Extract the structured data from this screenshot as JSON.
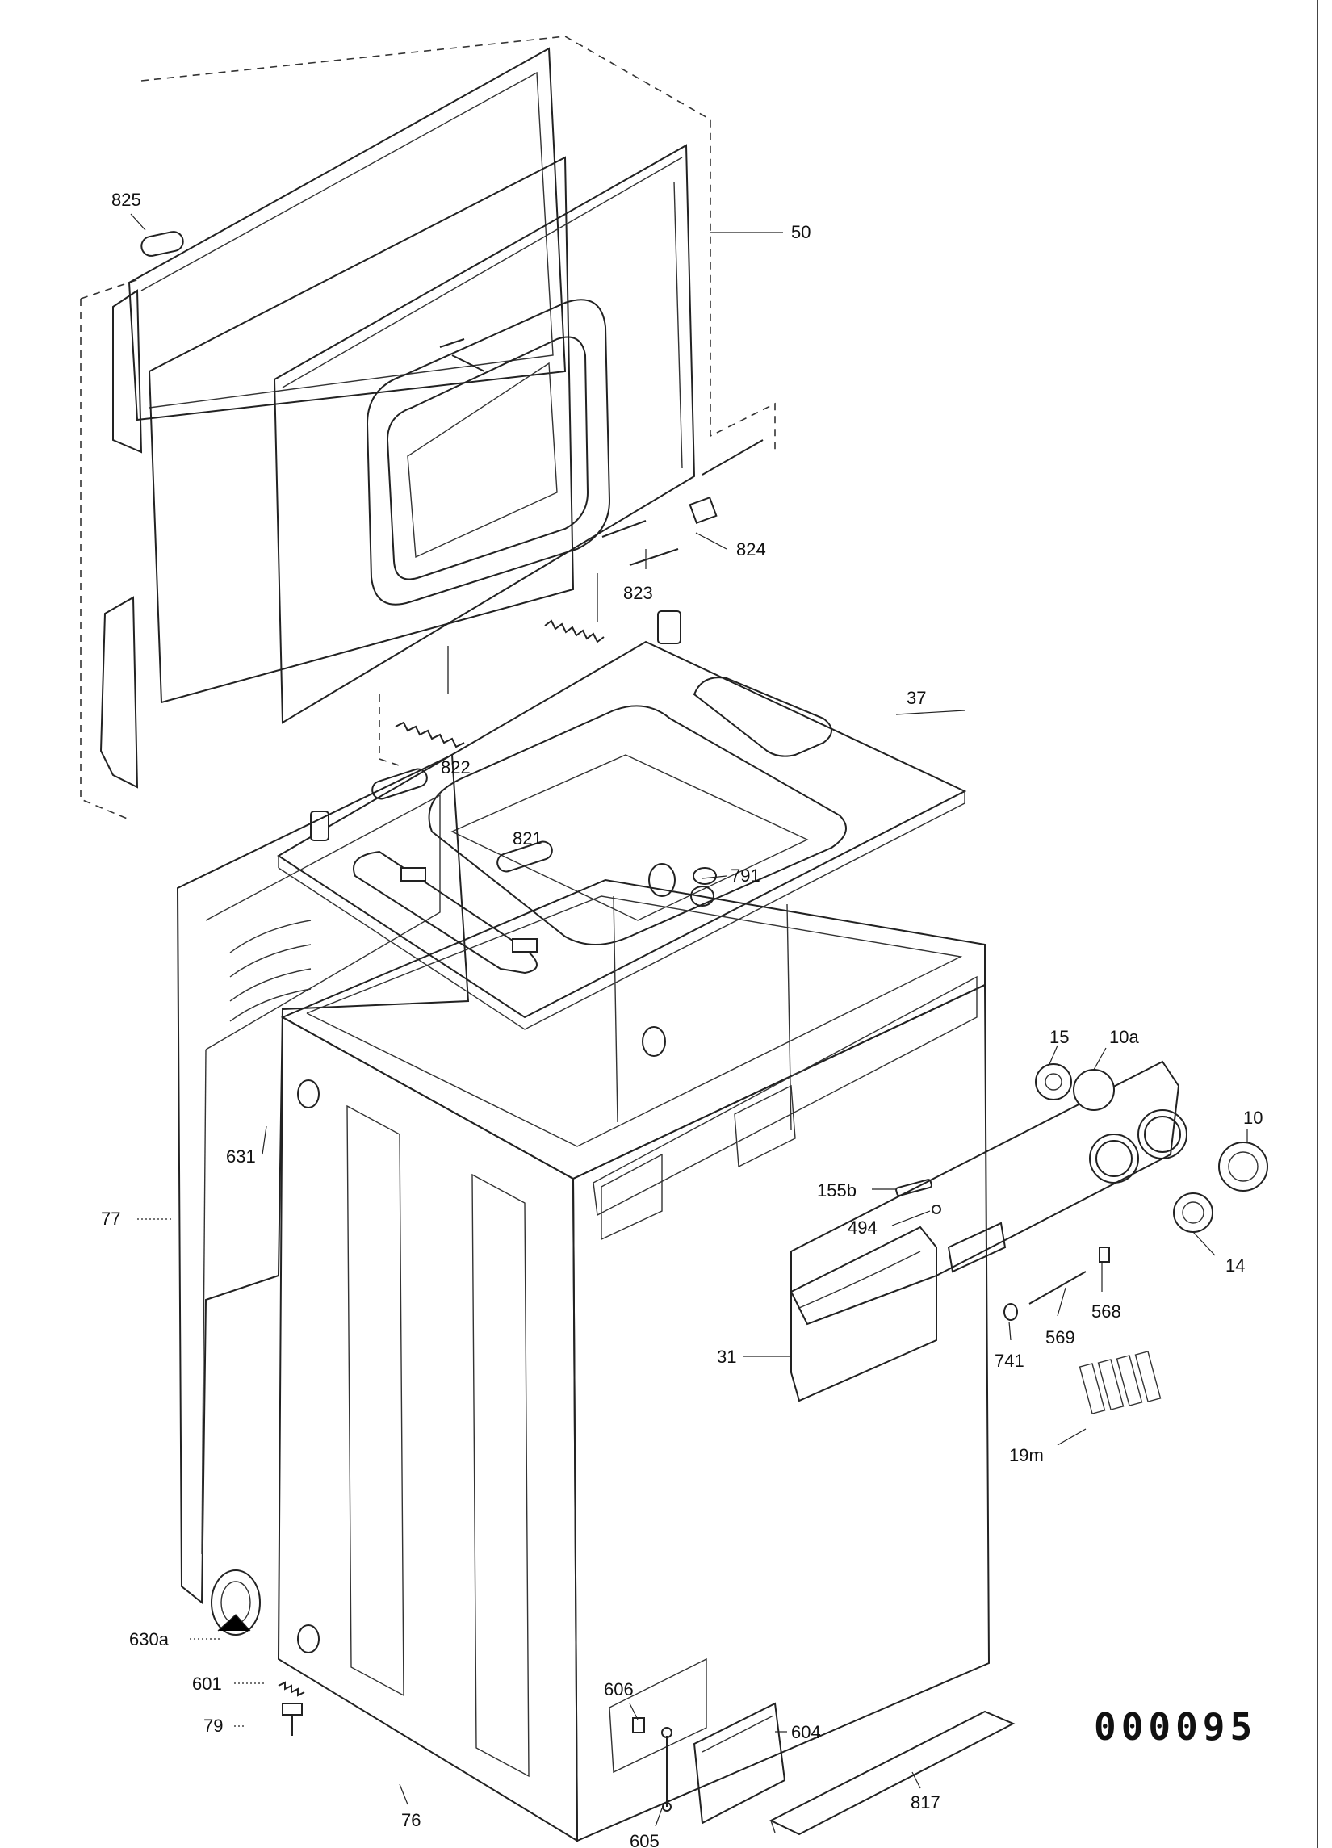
{
  "diagram_code": "000095",
  "callouts": {
    "c825": "825",
    "c50": "50",
    "c824": "824",
    "c823": "823",
    "c37": "37",
    "c822": "822",
    "c821": "821",
    "c791": "791",
    "c15": "15",
    "c10a": "10a",
    "c10": "10",
    "c631": "631",
    "c155b": "155b",
    "c77": "77",
    "c494": "494",
    "c14": "14",
    "c568": "568",
    "c569": "569",
    "c31": "31",
    "c741": "741",
    "c19m": "19m",
    "c630a": "630a",
    "c601": "601",
    "c606": "606",
    "c604": "604",
    "c79": "79",
    "c76": "76",
    "c817": "817",
    "c605": "605"
  }
}
